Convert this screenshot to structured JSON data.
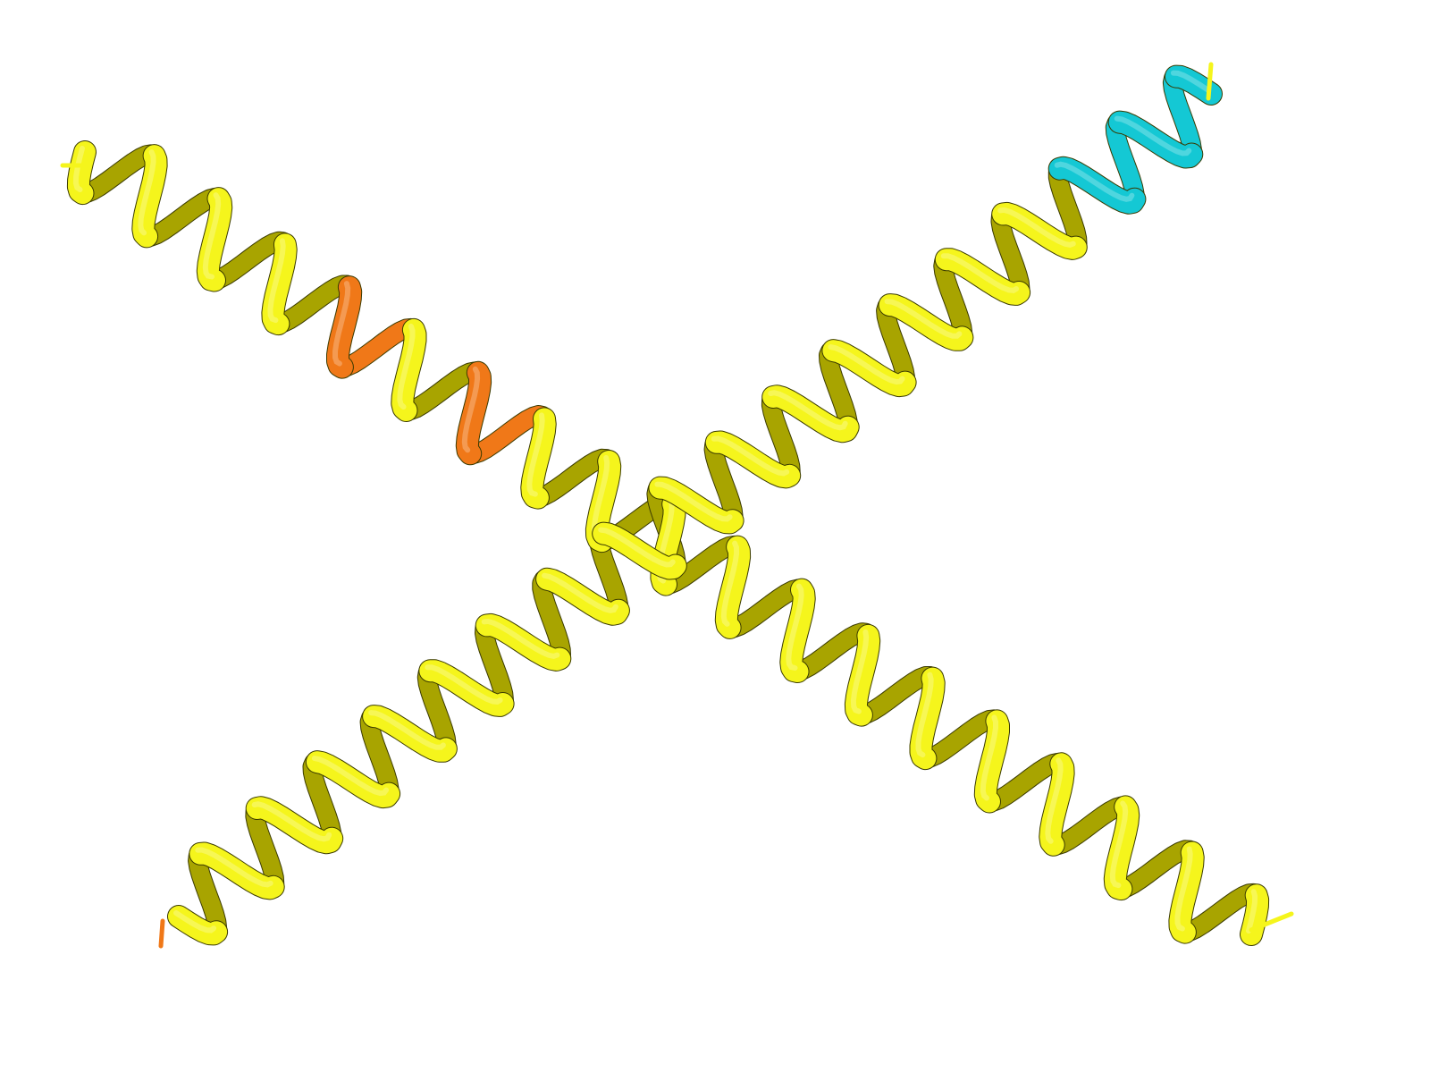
{
  "scene": {
    "background": "#ffffff",
    "representation": "cartoon",
    "colors": {
      "helix": "#f5f51c",
      "helix_shade": "#a8a400",
      "helix_edge": "#3a3a00",
      "highlight_orange": "#f07818",
      "highlight_cyan": "#14c8d4"
    },
    "helices": [
      {
        "name": "helix-a",
        "highlights": [
          {
            "turn": 4,
            "color": "#f07818"
          },
          {
            "turn": 6,
            "color": "#f07818"
          }
        ]
      },
      {
        "name": "helix-b",
        "highlights": [
          {
            "turn": 16,
            "color": "#14c8d4"
          },
          {
            "turn": 17,
            "color": "#14c8d4"
          }
        ]
      }
    ]
  }
}
